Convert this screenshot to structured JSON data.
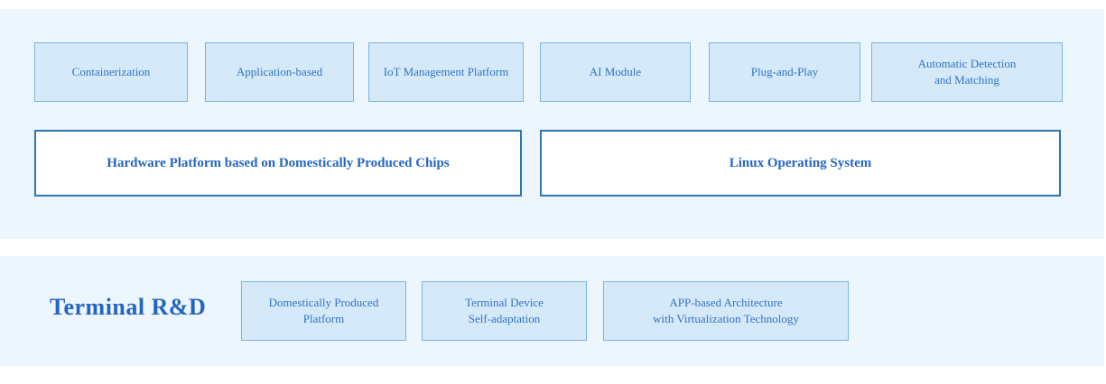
{
  "sections": {
    "top": {
      "feature_boxes": [
        {
          "label": "Containerization"
        },
        {
          "label": "Application-based"
        },
        {
          "label": "IoT Management Platform"
        },
        {
          "label": "AI Module"
        },
        {
          "label": "Plug-and-Play"
        },
        {
          "label": "Automatic Detection\nand Matching"
        }
      ],
      "platform_boxes": [
        {
          "label": "Hardware Platform based on Domestically Produced Chips"
        },
        {
          "label": "Linux Operating System"
        }
      ]
    },
    "bottom": {
      "title": "Terminal R&D",
      "boxes": [
        {
          "label": "Domestically Produced\nPlatform"
        },
        {
          "label": "Terminal Device\nSelf-adaptation"
        },
        {
          "label": "APP-based Architecture\nwith Virtualization Technology"
        }
      ]
    }
  },
  "colors": {
    "section_bg": "#eef6fd",
    "box_fill": "#d6e9f9",
    "box_border": "#79b3e6",
    "platform_border": "#2e75b6",
    "text_blue": "#2e73c5",
    "text_blue_bold": "#2565c2"
  }
}
